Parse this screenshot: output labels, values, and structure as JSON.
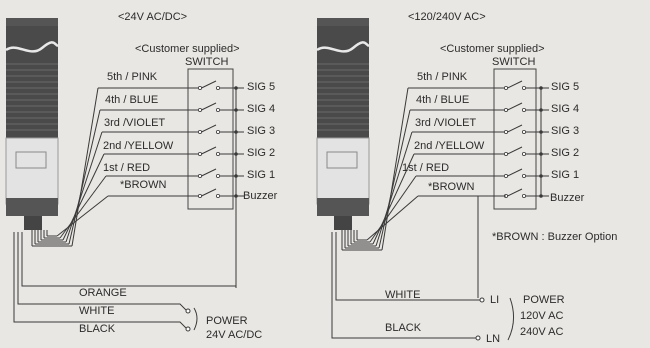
{
  "colors": {
    "background": "#e9e7e3",
    "line": "#3a3a3a",
    "tower_body": "#4a4a4a",
    "tower_light": "#e3e3e3"
  },
  "left_panel": {
    "voltage_title": "<24V AC/DC>",
    "customer_supplied": "<Customer supplied>",
    "switch_label": "SWITCH",
    "wires": [
      "5th / PINK",
      "4th / BLUE",
      "3rd /VIOLET",
      "2nd /YELLOW",
      "1st / RED",
      "*BROWN"
    ],
    "signals": [
      "SIG 5",
      "SIG 4",
      "SIG 3",
      "SIG 2",
      "SIG 1",
      "Buzzer"
    ],
    "orange_label": "ORANGE",
    "white_label": "WHITE",
    "black_label": "BLACK",
    "power_label": "POWER",
    "power_voltage": "24V AC/DC"
  },
  "right_panel": {
    "voltage_title": "<120/240V AC>",
    "customer_supplied": "<Customer supplied>",
    "switch_label": "SWITCH",
    "wires": [
      "5th / PINK",
      "4th / BLUE",
      "3rd /VIOLET",
      "2nd /YELLOW",
      "1st / RED",
      "*BROWN"
    ],
    "signals": [
      "SIG 5",
      "SIG 4",
      "SIG 3",
      "SIG 2",
      "SIG 1",
      "Buzzer"
    ],
    "buzzer_note": "*BROWN : Buzzer Option",
    "white_label": "WHITE",
    "black_label": "BLACK",
    "li_label": "LI",
    "ln_label": "LN",
    "power_label": "POWER",
    "power_120": "120V AC",
    "power_240": "240V AC"
  }
}
